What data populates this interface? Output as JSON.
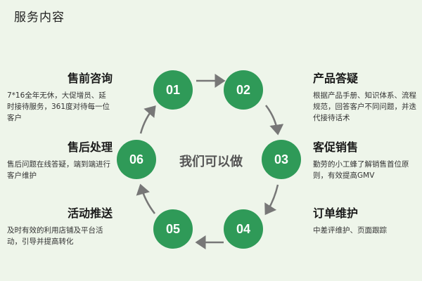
{
  "title": "服务内容",
  "center": "我们可以做",
  "steps": [
    {
      "num": "01",
      "title": "售前咨询",
      "desc": "7*16全年无休，大促增员、延时接待服务，361度对待每一位客户"
    },
    {
      "num": "02",
      "title": "产品答疑",
      "desc": "根据产品手册、知识体系、流程规范，回答客户不同问题，并迭代接待话术"
    },
    {
      "num": "03",
      "title": "客促销售",
      "desc": "勤劳的小工蜂了解销售首位原则，有效提高GMV"
    },
    {
      "num": "04",
      "title": "订单维护",
      "desc": "中差评维护、页面跟踪"
    },
    {
      "num": "05",
      "title": "活动推送",
      "desc": "及时有效的利用店铺及平台活动，引导并提高转化"
    },
    {
      "num": "06",
      "title": "售后处理",
      "desc": "售后问题在线答疑，端到端进行客户维护"
    }
  ],
  "colors": {
    "accent": "#2f9a58",
    "background": "#eef5ea",
    "arrow": "#777777"
  }
}
